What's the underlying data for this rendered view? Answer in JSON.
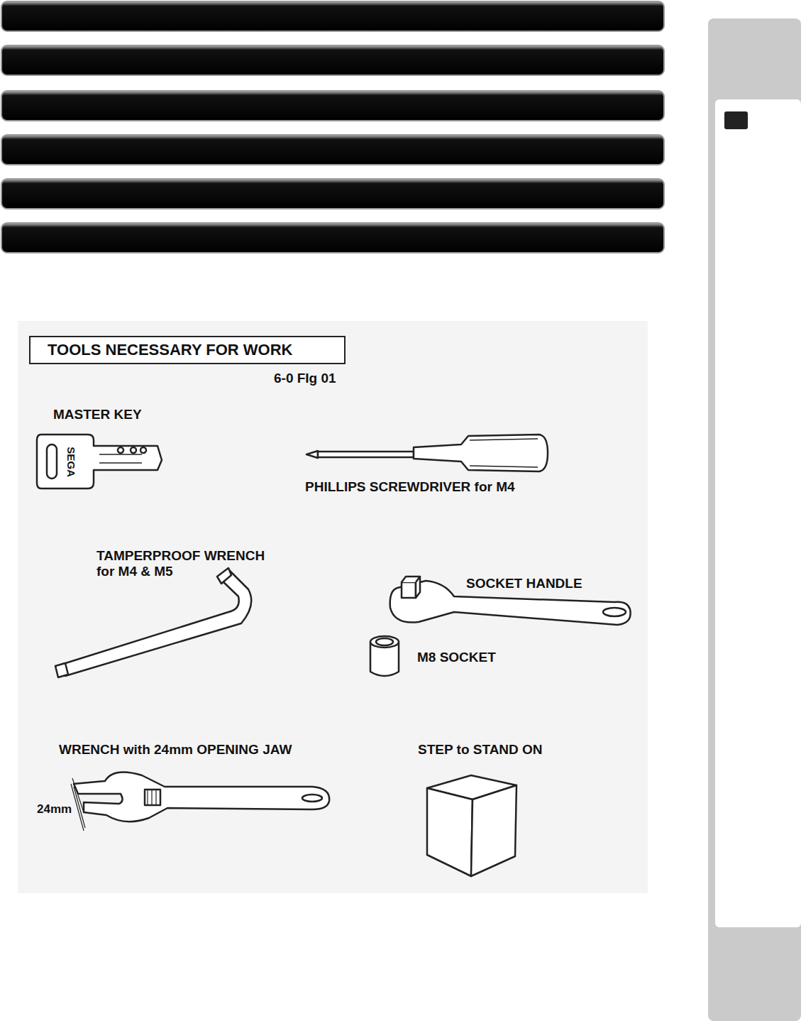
{
  "diagram": {
    "nodes": [
      {
        "text": [
          "TOOLS NECESSARY FOR WORK"
        ]
      }
    ],
    "labels": [
      "6-0 FIg 01",
      "MASTER KEY",
      "SEGA",
      "PHILLIPS SCREWDRIVER for M4",
      "TAMPERPROOF WRENCH for M4 & M5",
      "SOCKET HANDLE",
      "M8 SOCKET",
      "WRENCH with 24mm OPENING JAW",
      "24mm",
      "STEP to STAND ON"
    ]
  }
}
